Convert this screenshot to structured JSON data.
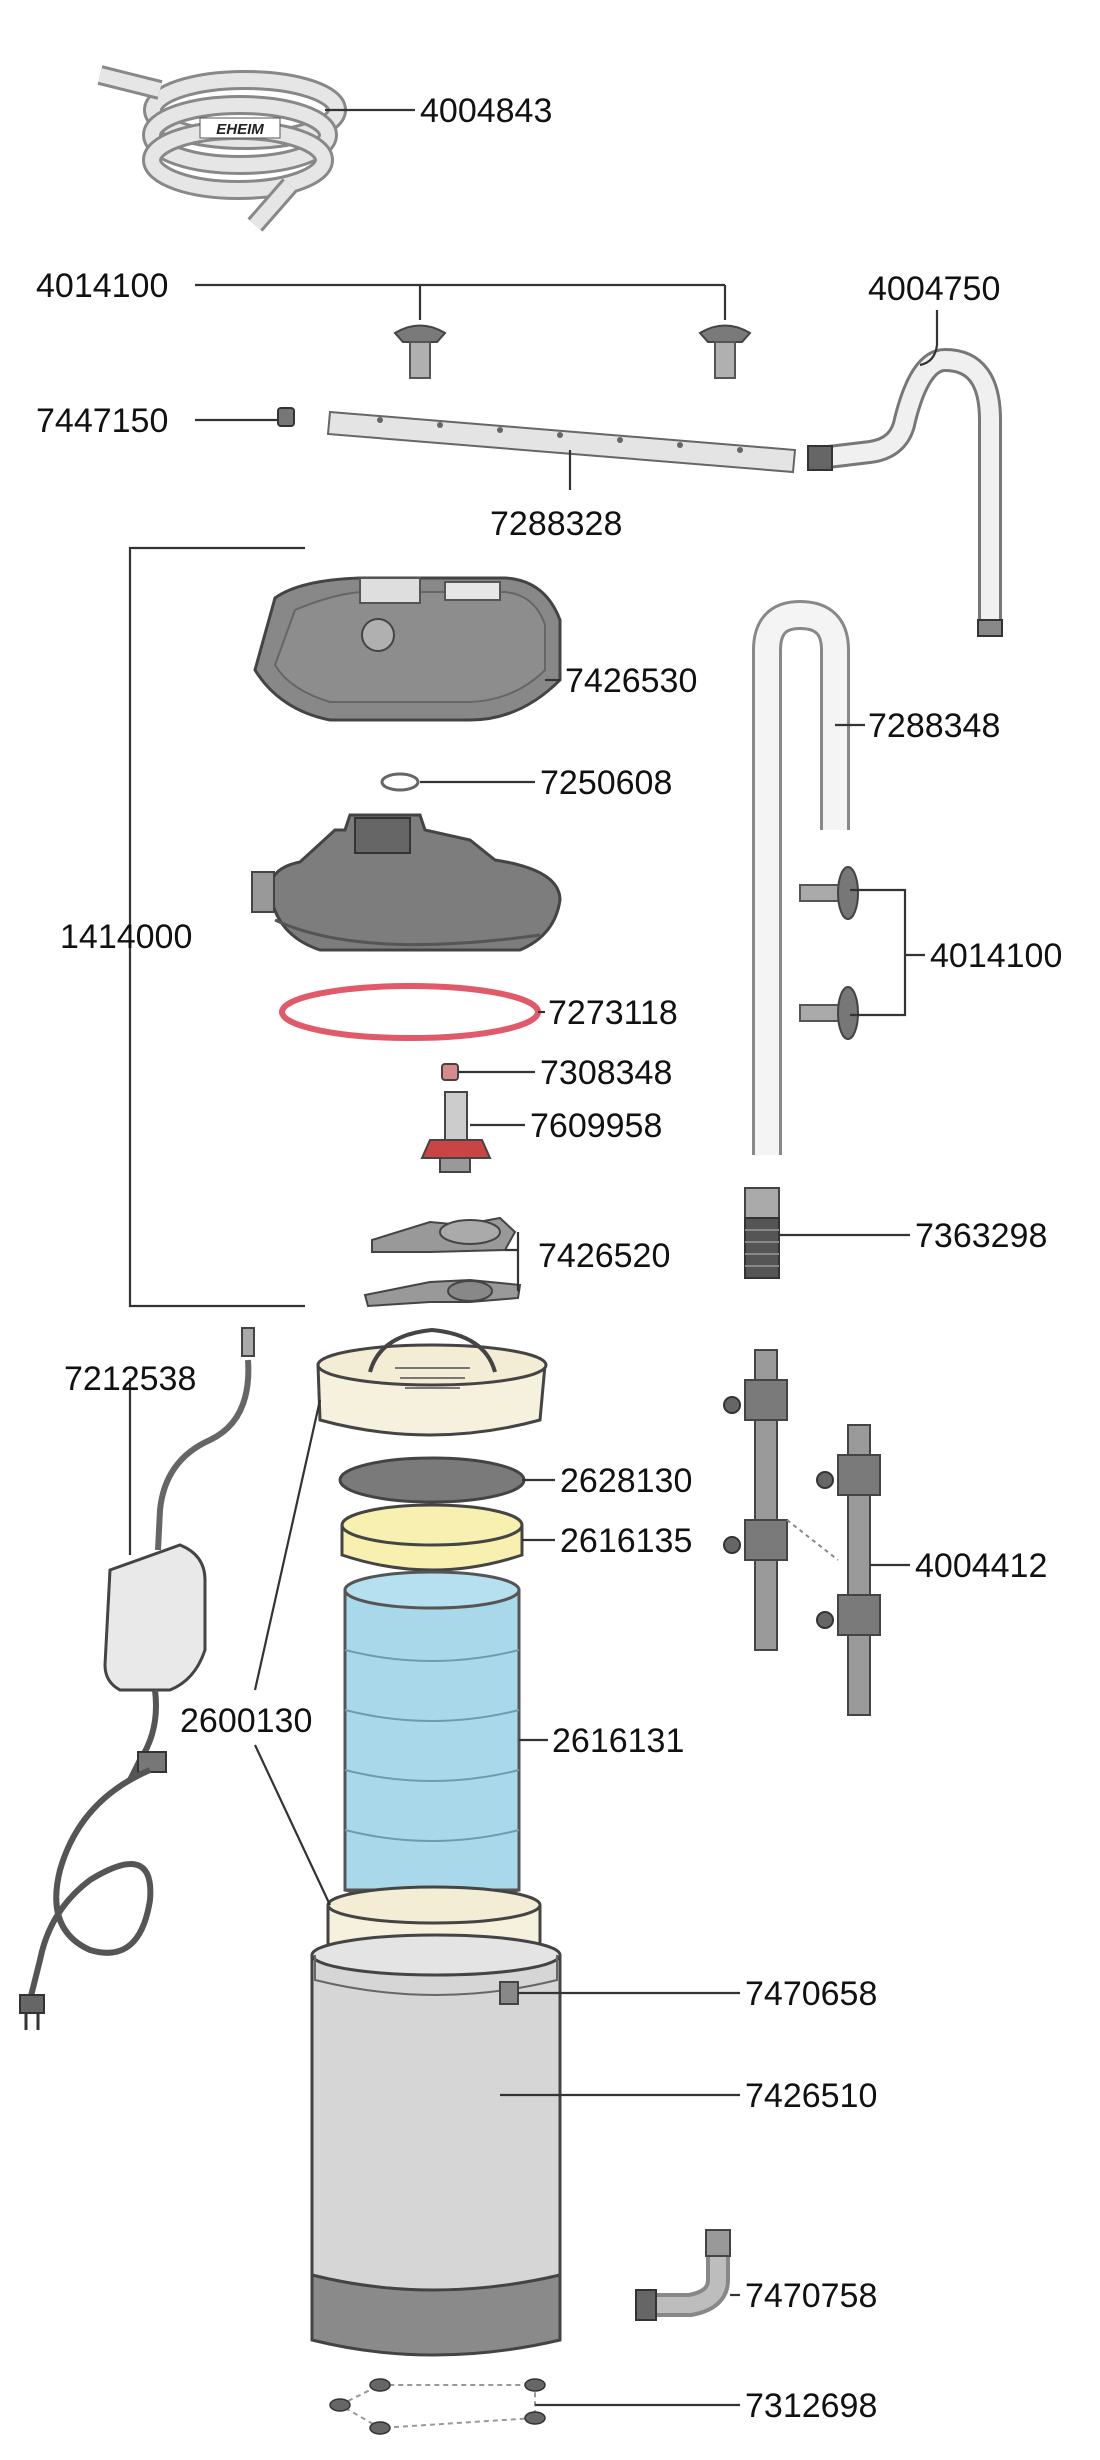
{
  "diagram": {
    "brand": "EHEIM",
    "labels": {
      "hose": "4004843",
      "suction_cups_top": "4014100",
      "outflow_bend": "4004750",
      "end_cap": "7447150",
      "spray_bar": "7288328",
      "pump_cover": "7426530",
      "head_assembly": "1414000",
      "small_washer": "7250608",
      "sealing_ring": "7273118",
      "bearing": "7308348",
      "impeller": "7609958",
      "latch_clips": "7426520",
      "intake_tube": "7288348",
      "suction_cups_side": "4014100",
      "intake_strainer": "7363298",
      "power_supply": "7212538",
      "fine_pad": "2628130",
      "coarse_pad": "2616135",
      "filter_sponges": "2616131",
      "double_taps": "4004412",
      "filter_baskets": "2600130",
      "clamp": "7470658",
      "canister": "7426510",
      "elbow_connector": "7470758",
      "feet": "7312698"
    },
    "colors": {
      "line": "#333333",
      "part_dark": "#6e6e6e",
      "part_mid": "#9a9a9a",
      "part_light": "#d6d6d6",
      "glass": "#eeeeee",
      "basket": "#f6f1dd",
      "sponge_blue": "#a8d8ea",
      "pad_yellow": "#f7f0b0",
      "pad_dark": "#7a7a7a",
      "seal_red": "#e05a6a"
    }
  }
}
